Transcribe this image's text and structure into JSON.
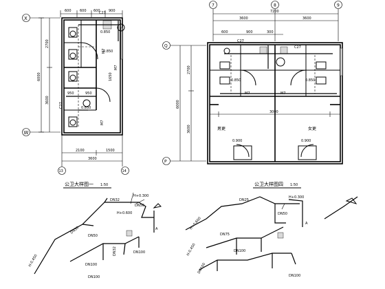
{
  "left_plan": {
    "axes": {
      "top": "X",
      "bottom": "W",
      "left_bottom": "13",
      "right_bottom": "14"
    },
    "dims_top": [
      "600",
      "600",
      "600",
      "900"
    ],
    "dims_left": [
      "2700",
      "3600"
    ],
    "dim_left_total": "6000",
    "dims_bottom": [
      "2100",
      "1500"
    ],
    "dim_bottom_total": "3600",
    "labels": {
      "c27": "C27",
      "c27b": "C27",
      "m7a": "M7",
      "m7b": "M7",
      "m7c": "M7",
      "lvl1": "0.850",
      "lvl2": "0.850",
      "lvl3": "0.850",
      "d950a": "950",
      "d950b": "950",
      "d1650": "1650"
    }
  },
  "right_plan": {
    "axes": {
      "top_left": "7",
      "top_mid": "8",
      "top_right": "9",
      "left_top": "Q",
      "left_bottom": "P"
    },
    "dim_top_total": "7200",
    "dims_top": [
      "3600",
      "3600"
    ],
    "dims_left": [
      "2700",
      "3600"
    ],
    "dim_left_total": "6000",
    "dims_bottom": [
      "3000"
    ],
    "labels": {
      "c27a": "C27",
      "c27b": "C27",
      "m7a": "M7",
      "m7b": "M7",
      "lvl1": "0.850",
      "lvl2": "0.850",
      "lvl3": "0.900",
      "lvl4": "0.900",
      "room_male": "男更",
      "room_female": "女更"
    }
  },
  "titles": {
    "left": "公卫大样图一",
    "left_scale": "1:50",
    "right": "公卫大样图四",
    "right_scale": "1:50"
  },
  "iso_left": {
    "labels": [
      "DN32",
      "H+0.300",
      "DN50",
      "H+0.600",
      "DN50",
      "DN50",
      "DN100",
      "DN32",
      "H-0.450",
      "DN100",
      "DN100",
      "A"
    ]
  },
  "iso_right": {
    "labels": [
      "DN25",
      "H+0.300",
      "H+0.600",
      "DN50",
      "DN75",
      "DN100",
      "DN100",
      "DN100",
      "H-0.450",
      "A"
    ]
  }
}
